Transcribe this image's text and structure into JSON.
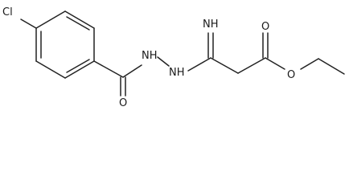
{
  "molecule": {
    "atoms": {
      "chlorine": "Cl",
      "carbonyl_oxygen": "O",
      "hydrazide_nh_1": "NH",
      "hydrazide_nh_2": "NH",
      "imine_nh": "NH",
      "ester_carbonyl_oxygen": "O",
      "ester_oxygen": "O"
    },
    "colors": {
      "bond": "#222222",
      "text": "#1a1a1a",
      "background": "#ffffff"
    }
  }
}
